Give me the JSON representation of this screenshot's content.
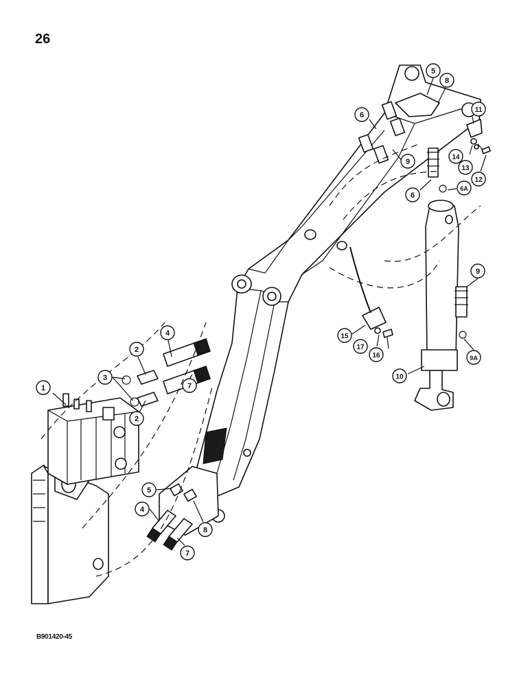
{
  "page_number": "26",
  "figure_code": "B901420-45",
  "callouts": [
    {
      "label": "1"
    },
    {
      "label": "2"
    },
    {
      "label": "2"
    },
    {
      "label": "3"
    },
    {
      "label": "4"
    },
    {
      "label": "4"
    },
    {
      "label": "5"
    },
    {
      "label": "5"
    },
    {
      "label": "6"
    },
    {
      "label": "6"
    },
    {
      "label": "6A"
    },
    {
      "label": "7"
    },
    {
      "label": "7"
    },
    {
      "label": "8"
    },
    {
      "label": "8"
    },
    {
      "label": "9"
    },
    {
      "label": "9"
    },
    {
      "label": "9A"
    },
    {
      "label": "10"
    },
    {
      "label": "11"
    },
    {
      "label": "12"
    },
    {
      "label": "13"
    },
    {
      "label": "14"
    },
    {
      "label": "15"
    },
    {
      "label": "16"
    },
    {
      "label": "17"
    }
  ]
}
